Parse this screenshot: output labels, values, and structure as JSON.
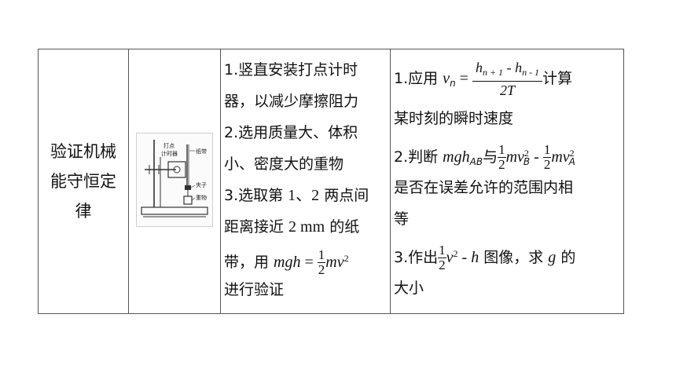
{
  "row": {
    "name": [
      "验证机械",
      "能守恒定",
      "律"
    ],
    "diagram_labels": {
      "timer": [
        "打点",
        "计时器"
      ],
      "tape": "纸带",
      "clip": "夹子",
      "weight": "重物"
    },
    "steps": {
      "s1a": "1.竖直安装打点计时",
      "s1b": "器，以减少摩擦阻力",
      "s2a": "2.选用质量大、体积",
      "s2b": "小、密度大的重物",
      "s3a_pre": "3.选取第 ",
      "s3a_nums": "1、2",
      "s3a_post": " 两点间",
      "s3b_pre": "距离接近 ",
      "s3b_val": "2 mm",
      "s3b_post": " 的纸",
      "s4_pre": "带，用 ",
      "s4_lhs": "mgh",
      "s4_eq": " = ",
      "s4_num": "1",
      "s4_den": "2",
      "s4_rhs": "mv",
      "s4_sup": "2",
      "s5": "进行验证"
    },
    "processing": {
      "p1_pre": "1.应用 ",
      "p1_v": "v",
      "p1_sub": "n",
      "p1_eq": " = ",
      "p1_num_h1": "h",
      "p1_num_s1": "n + 1",
      "p1_num_mid": " - ",
      "p1_num_h2": "h",
      "p1_num_s2": "n - 1",
      "p1_den": "2T",
      "p1_post": "计算",
      "p1b": "某时刻的瞬时速度",
      "p2_pre": "2.判断 ",
      "p2_mgh": "mgh",
      "p2_sub": "AB",
      "p2_with": "与",
      "p2_n1": "1",
      "p2_d1": "2",
      "p2_mv1": "mv",
      "p2_sup1": "2",
      "p2_sb1": "B",
      "p2_minus": " - ",
      "p2_n2": "1",
      "p2_d2": "2",
      "p2_mv2": "mv",
      "p2_sup2": "2",
      "p2_sb2": "A",
      "p2b": "是否在误差允许的范围内相",
      "p2c": "等",
      "p3_pre": "3.作出",
      "p3_n": "1",
      "p3_d": "2",
      "p3_v": "v",
      "p3_sup": "2",
      "p3_mid": " - ",
      "p3_h": "h",
      "p3_post1": " 图像，求 ",
      "p3_g": "g",
      "p3_post2": " 的",
      "p3b": "大小"
    }
  }
}
